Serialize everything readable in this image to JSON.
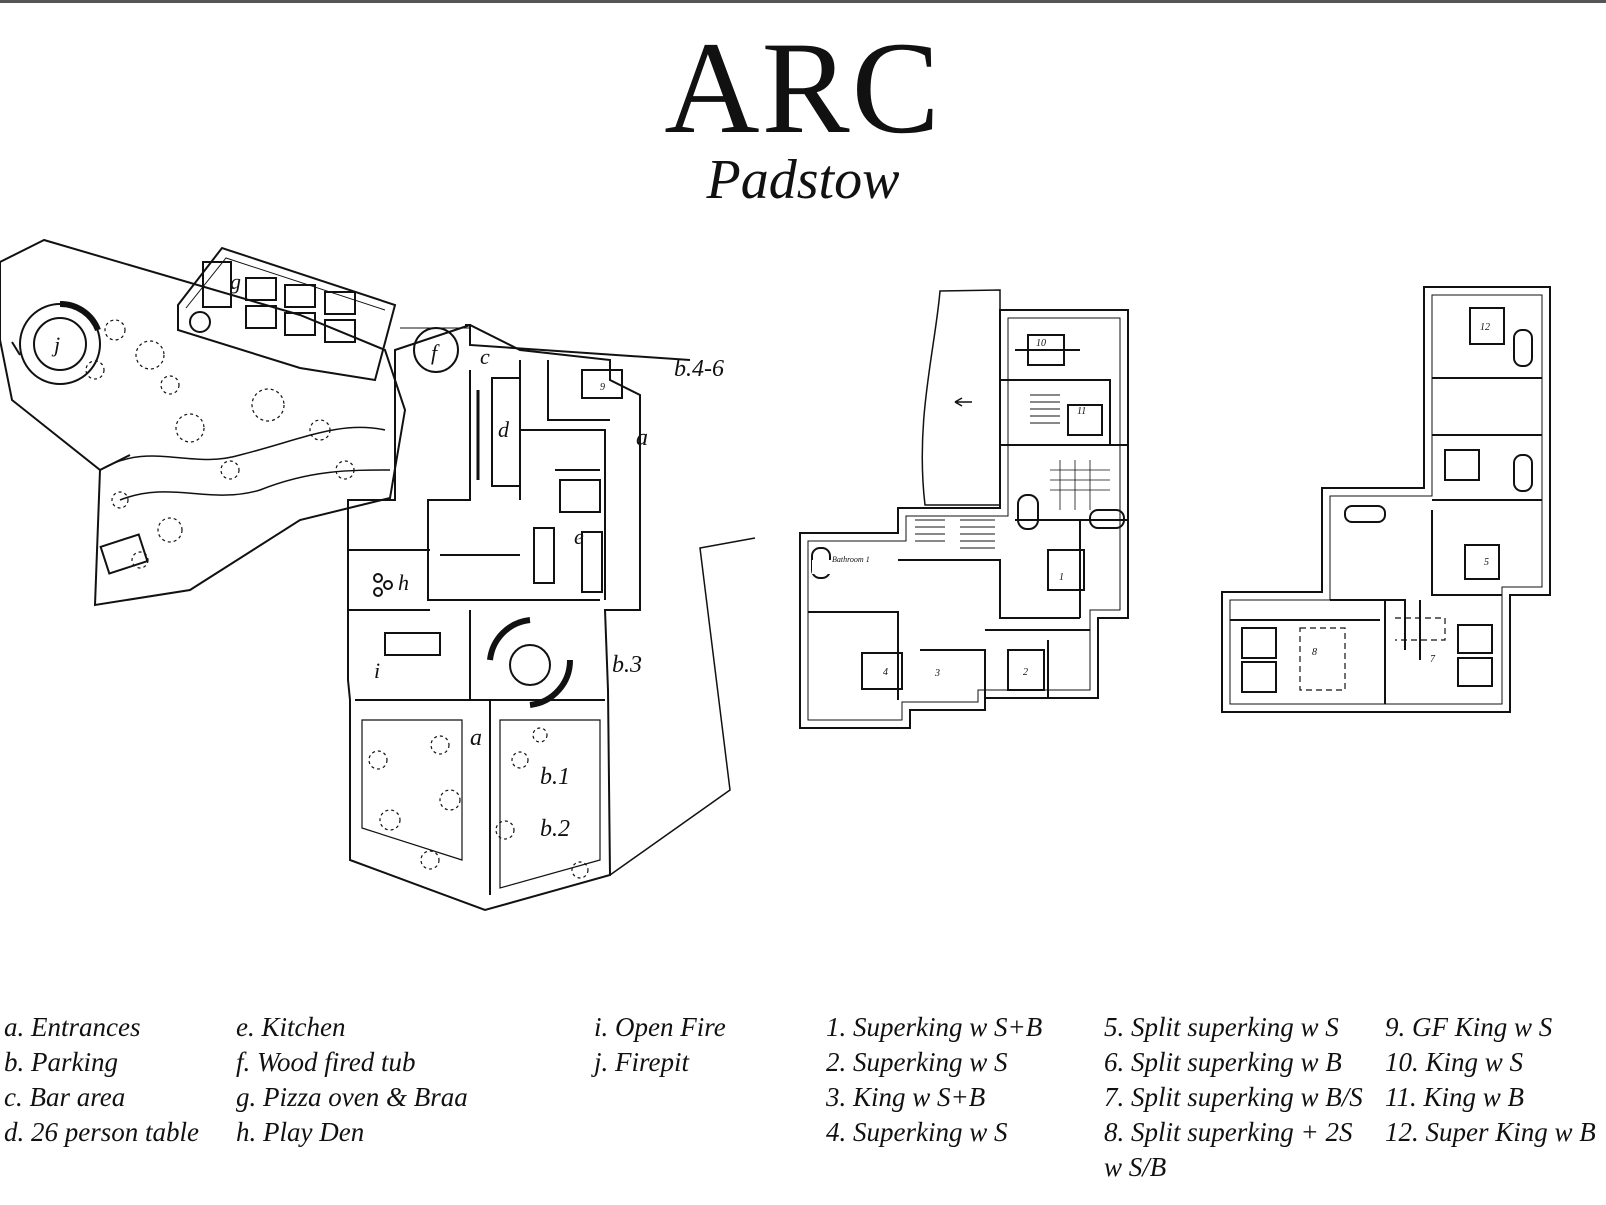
{
  "header": {
    "title": "ARC",
    "subtitle": "Padstow"
  },
  "plan_labels": {
    "a_top": "a",
    "a_bottom": "a",
    "b3": "b.3",
    "b46": "b.4-6",
    "b1": "b.1",
    "b2": "b.2",
    "c": "c",
    "d": "d",
    "e": "e",
    "f": "f",
    "g": "g",
    "h": "h",
    "i": "i",
    "j": "j",
    "r1": "1",
    "r2": "2",
    "r3": "3",
    "r4": "4",
    "r5": "5",
    "r7": "7",
    "r8": "8",
    "r9": "9",
    "r10": "10",
    "r11": "11",
    "r12": "12",
    "bathroom": "Bathroom 1"
  },
  "legend": {
    "col1": [
      "a. Entrances",
      "b. Parking",
      "c. Bar area",
      "d. 26 person table"
    ],
    "col2": [
      "e. Kitchen",
      "f. Wood fired tub",
      "g.  Pizza oven & Braa",
      "h. Play Den"
    ],
    "col3": [
      "i. Open Fire",
      "j. Firepit"
    ],
    "col4": [
      "1. Superking w S+B",
      "2. Superking w S",
      "3. King w S+B",
      "4. Superking w S"
    ],
    "col5": [
      "5. Split superking w S",
      "6. Split superking w B",
      "7. Split superking w B/S",
      "8. Split superking + 2S",
      "w S/B"
    ],
    "col6": [
      "9. GF King w S",
      "10. King w S",
      "11. King w B",
      "12. Super King w B"
    ]
  }
}
